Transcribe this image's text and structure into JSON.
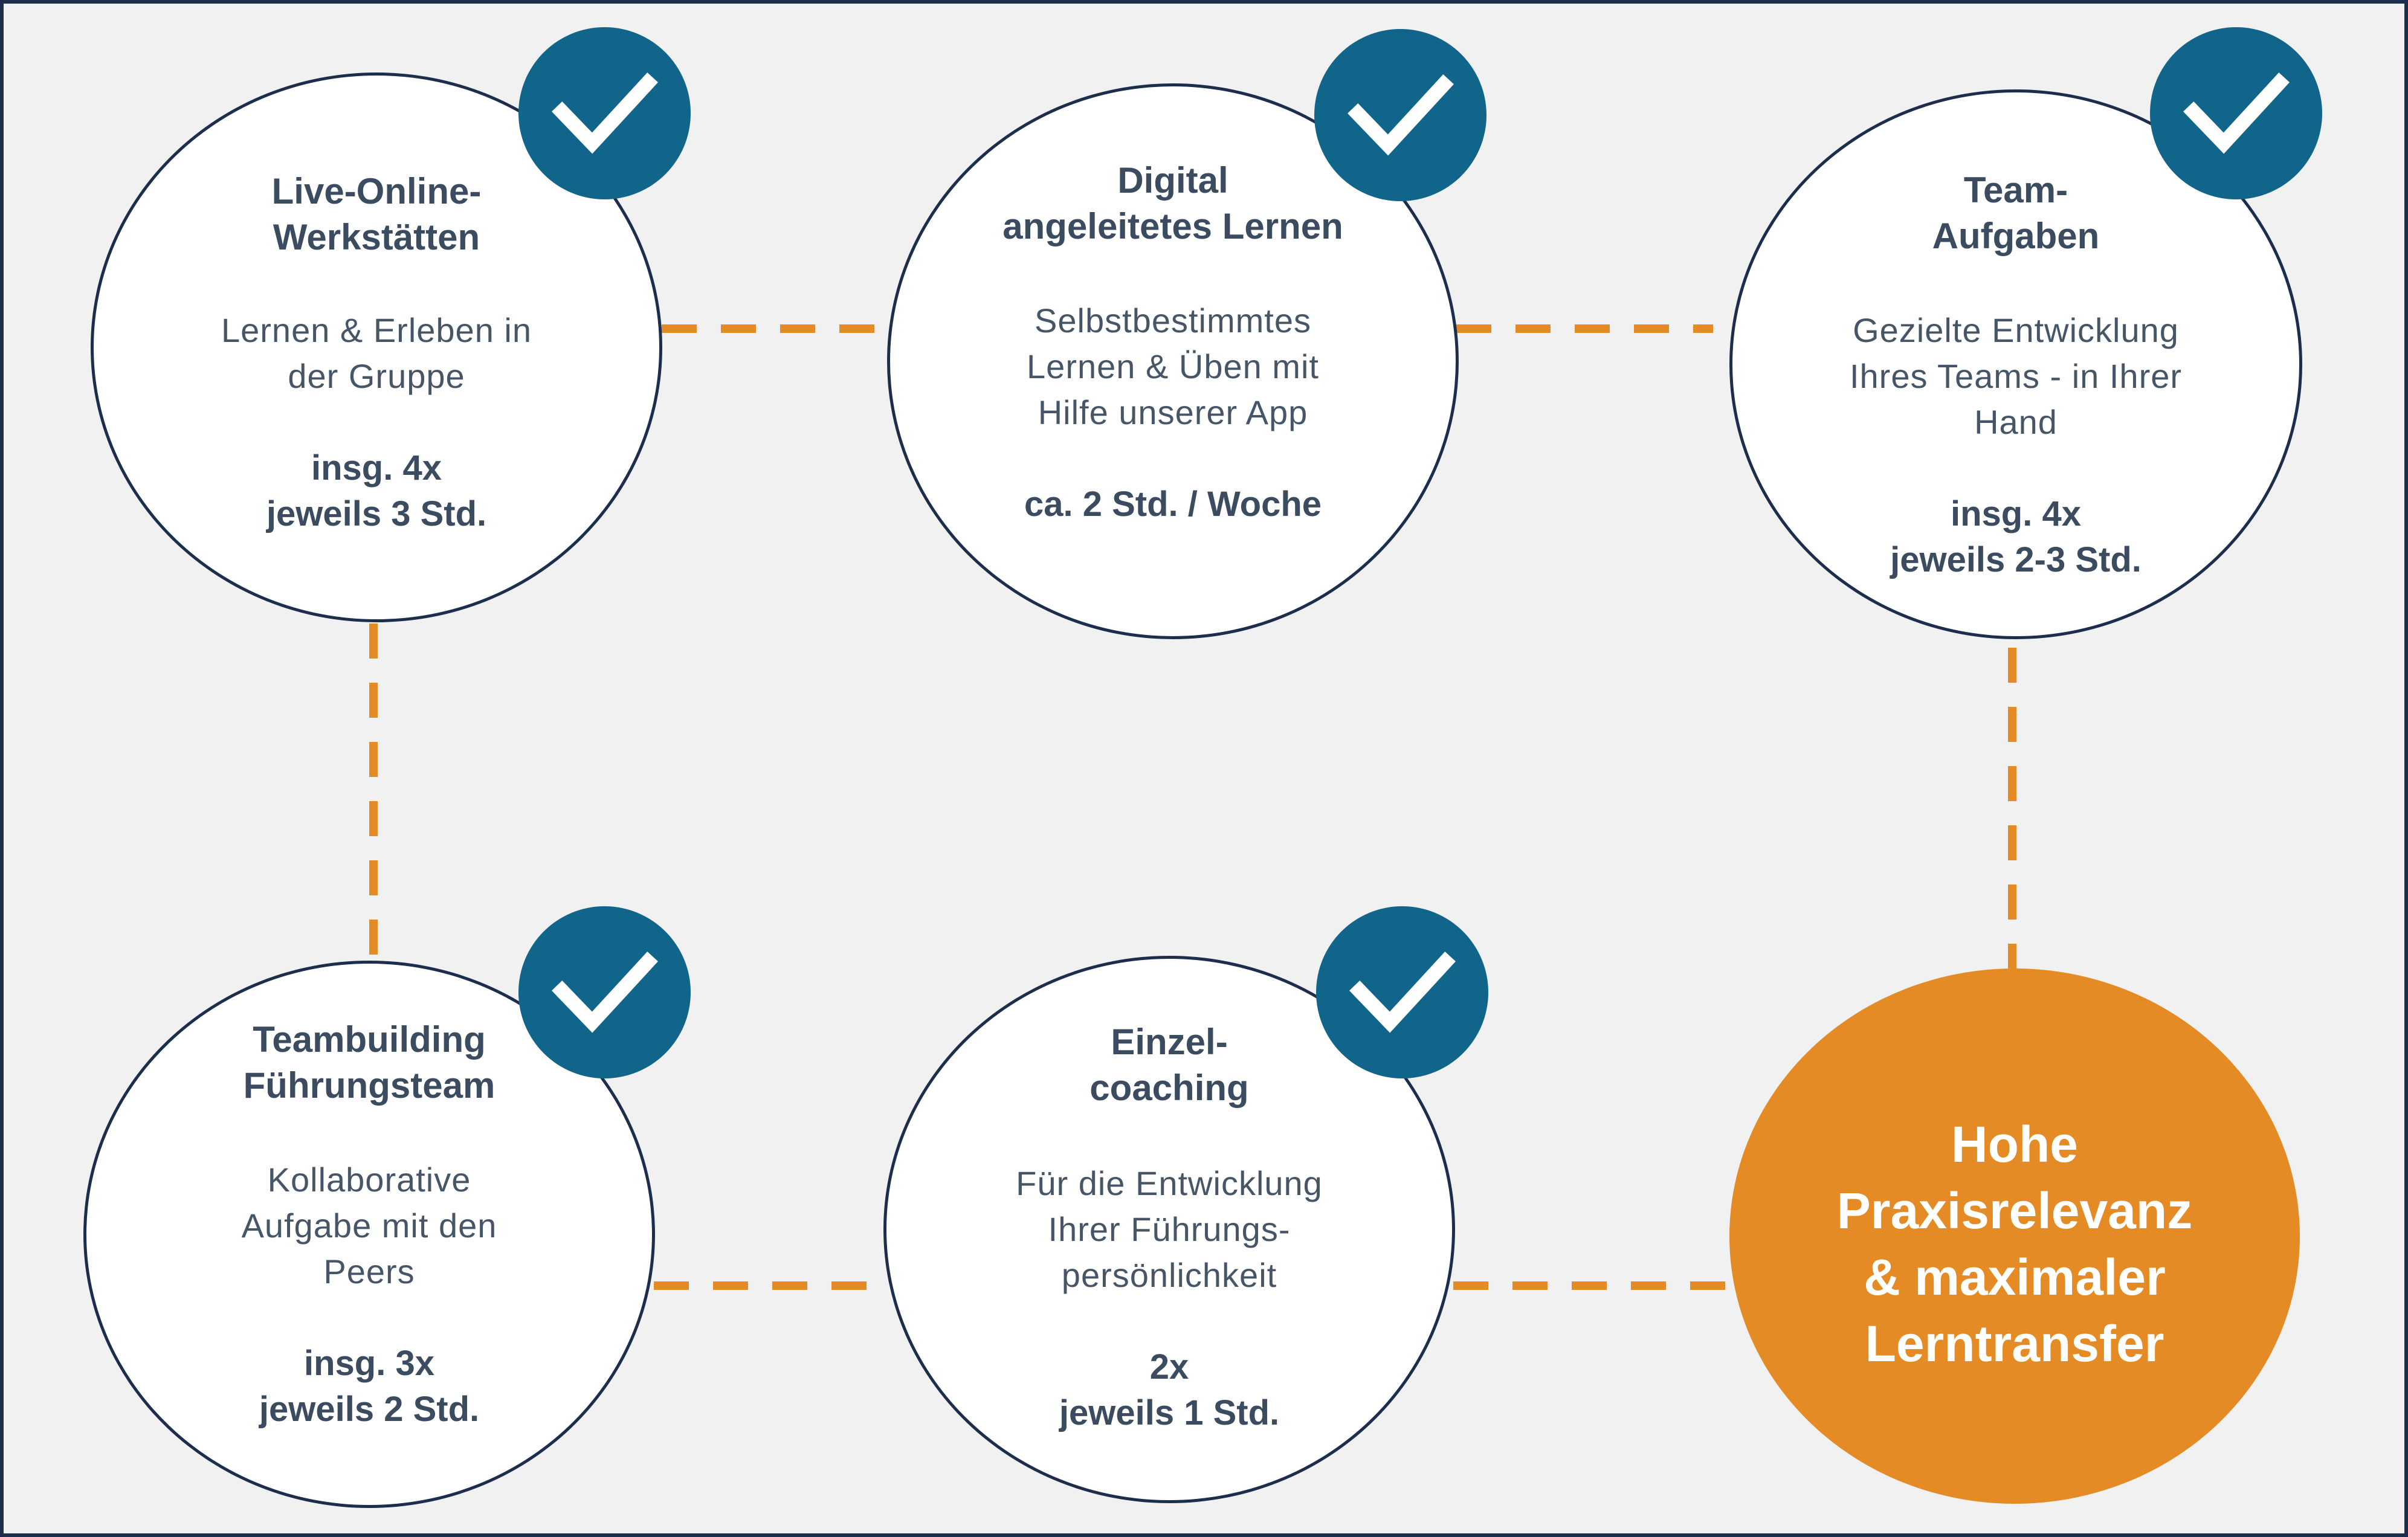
{
  "colors": {
    "background": "#f1f1f1",
    "frame": "#1d2d4c",
    "node_border": "#1d2d4c",
    "node_fill": "#ffffff",
    "check_fill": "#11658a",
    "connector": "#e48b25",
    "result_fill": "#e48b25",
    "title_text": "#3c4c60",
    "desc_text": "#465667"
  },
  "icons": {
    "check": "checkmark-icon"
  },
  "nodes": {
    "live_online": {
      "title": "Live-Online-\nWerkstätten",
      "description": "Lernen & Erleben in\nder Gruppe",
      "frequency": "insg. 4x\njeweils 3 Std."
    },
    "digital": {
      "title": "Digital\nangeleitetes Lernen",
      "description": "Selbstbestimmtes\nLernen & Üben mit\nHilfe unserer App",
      "frequency": "ca. 2 Std. /  Woche"
    },
    "team_tasks": {
      "title": "Team-\nAufgaben",
      "description": "Gezielte Entwicklung\nIhres Teams - in Ihrer\nHand",
      "frequency": "insg. 4x\njeweils 2-3 Std."
    },
    "teambuilding": {
      "title": "Teambuilding\nFührungsteam",
      "description": "Kollaborative\nAufgabe mit den\nPeers",
      "frequency": "insg. 3x\njeweils 2 Std."
    },
    "coaching": {
      "title": "Einzel-\ncoaching",
      "description": "Für die Entwicklung\nIhrer Führungs-\npersönlichkeit",
      "frequency": "2x\njeweils 1 Std."
    }
  },
  "result": {
    "text": "Hohe\nPraxisrelevanz\n& maximaler\nLerntransfer"
  }
}
